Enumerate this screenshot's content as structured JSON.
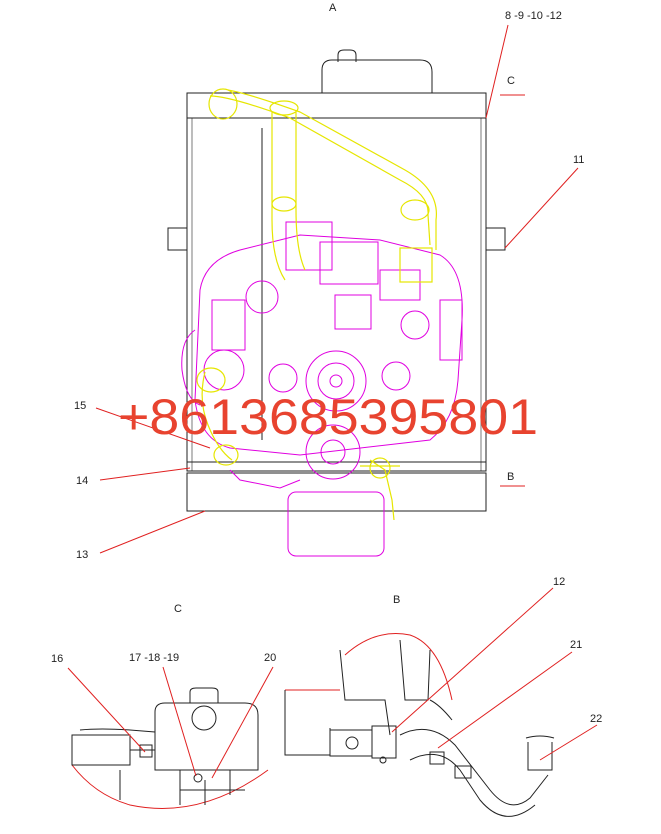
{
  "view_labels": {
    "main": "A",
    "b": "B",
    "c": "C"
  },
  "section_marks": {
    "c": "C",
    "b": "B"
  },
  "callouts": {
    "c1": "8 -9 -10 -12",
    "c2": "11",
    "c3": "15",
    "c4": "14",
    "c5": "13",
    "c6": "16",
    "c7": "17 -18 -19",
    "c8": "20",
    "c9": "12",
    "c10": "21",
    "c11": "22"
  },
  "watermark": "+8613685395801",
  "colors": {
    "frame": "#222222",
    "engine": "#e000e0",
    "cooling_hose": "#e6e600",
    "leader": "#e02020",
    "watermark": "#e8432f"
  }
}
